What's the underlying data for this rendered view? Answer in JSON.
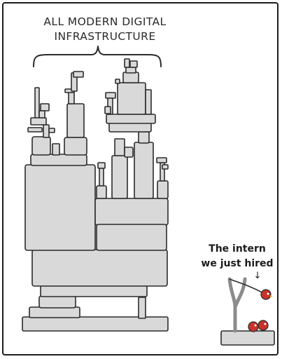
{
  "caption": {
    "line1": "All Modern Digital",
    "line2": "Infrastructure"
  },
  "intern_label": {
    "line1": "The intern",
    "line2": "we just hired"
  },
  "arrow_glyph": "↓",
  "colors": {
    "block_fill": "#d9d9d9",
    "ink": "#2b2b2b",
    "bird_red": "#c8332b",
    "panel_border": "#1e1e1e"
  }
}
